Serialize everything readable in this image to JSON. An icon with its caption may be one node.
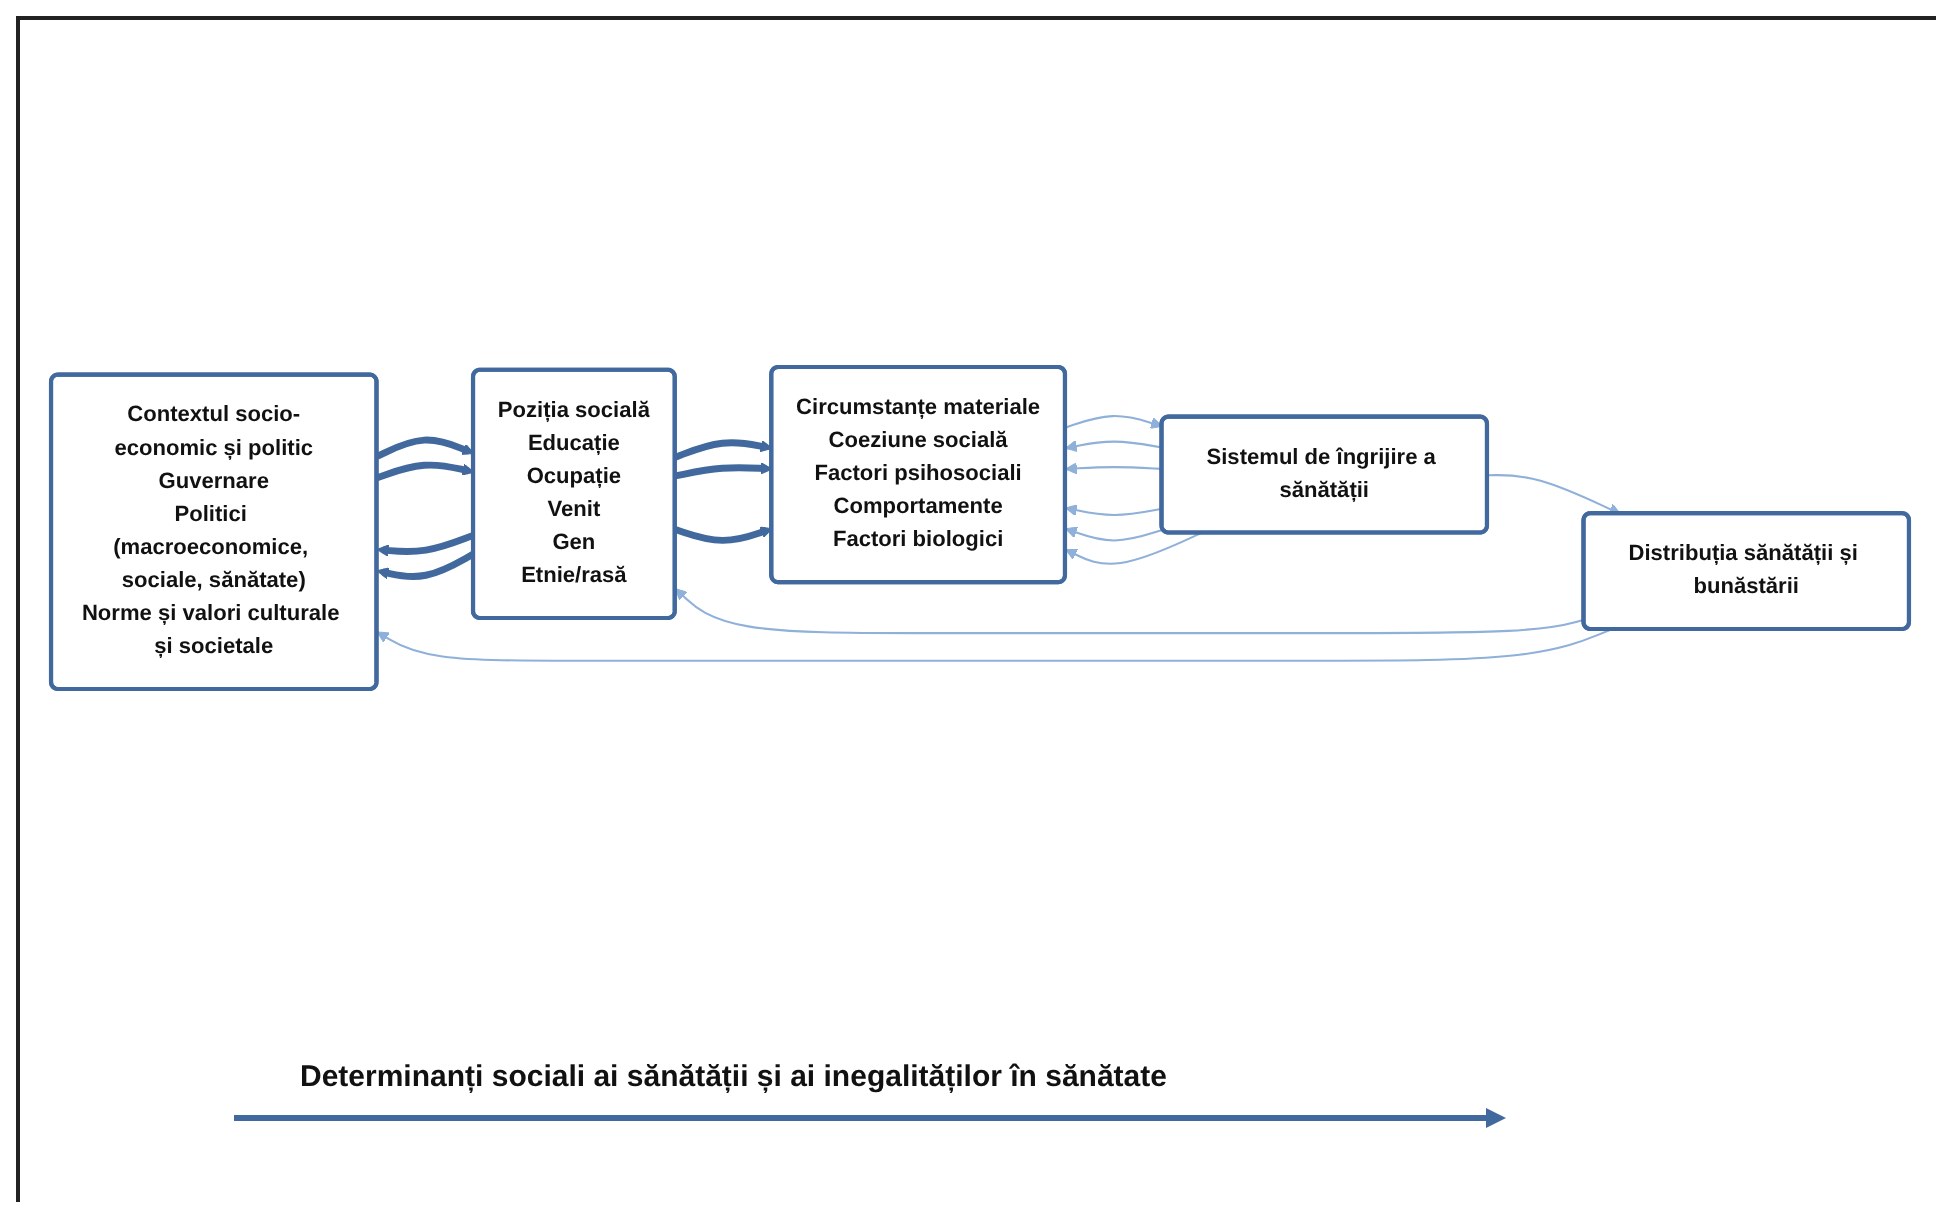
{
  "diagram": {
    "nodes": [
      {
        "text": [
          "Contextul socio-economic și politic",
          "Guvernare",
          "Politici (macroeconomice, sociale, sănătate)",
          "Norme și valori culturale și societale"
        ]
      },
      {
        "text": [
          "Poziția socială",
          "Educație",
          "Ocupație",
          "Venit",
          "Gen",
          "Etnie/rasă"
        ]
      },
      {
        "text": [
          "Circumstanțe materiale",
          "Coeziune socială",
          "Factori psihosociali",
          "Comportamente",
          "Factori biologici"
        ]
      },
      {
        "text": [
          "Sistemul de îngrijire a sănătății"
        ]
      },
      {
        "text": [
          "Distribuția sănătății și bunăstării"
        ]
      }
    ],
    "edges": [
      {
        "from": 0,
        "to": 1,
        "arrow": "to",
        "style": "thick",
        "color": "#41699e"
      },
      {
        "from": 1,
        "to": 0,
        "arrow": "to",
        "style": "thick",
        "color": "#41699e"
      },
      {
        "from": 0,
        "to": 1,
        "arrow": "to",
        "style": "thick",
        "color": "#41699e"
      },
      {
        "from": 1,
        "to": 0,
        "arrow": "to",
        "style": "thick",
        "color": "#41699e"
      },
      {
        "from": 1,
        "to": 2,
        "arrow": "to",
        "style": "thick",
        "color": "#41699e"
      },
      {
        "from": 1,
        "to": 2,
        "arrow": "to",
        "style": "thick",
        "color": "#41699e"
      },
      {
        "from": 1,
        "to": 2,
        "arrow": "to",
        "style": "thick",
        "color": "#41699e"
      },
      {
        "from": 2,
        "to": 3,
        "arrow": "to"
      },
      {
        "from": 3,
        "to": 2,
        "arrow": "to"
      },
      {
        "from": 3,
        "to": 2,
        "arrow": "to"
      },
      {
        "from": 3,
        "to": 2,
        "arrow": "to"
      },
      {
        "from": 3,
        "to": 2,
        "arrow": "to"
      },
      {
        "from": 3,
        "to": 2,
        "arrow": "to"
      },
      {
        "from": 3,
        "to": 4,
        "arrow": "to"
      },
      {
        "from": 4,
        "to": 0,
        "arrow": "to"
      },
      {
        "from": 4,
        "to": 1,
        "arrow": "to"
      }
    ],
    "labels": [
      "Determinanți sociali ai sănătății și ai inegalităților în sănătate"
    ]
  }
}
